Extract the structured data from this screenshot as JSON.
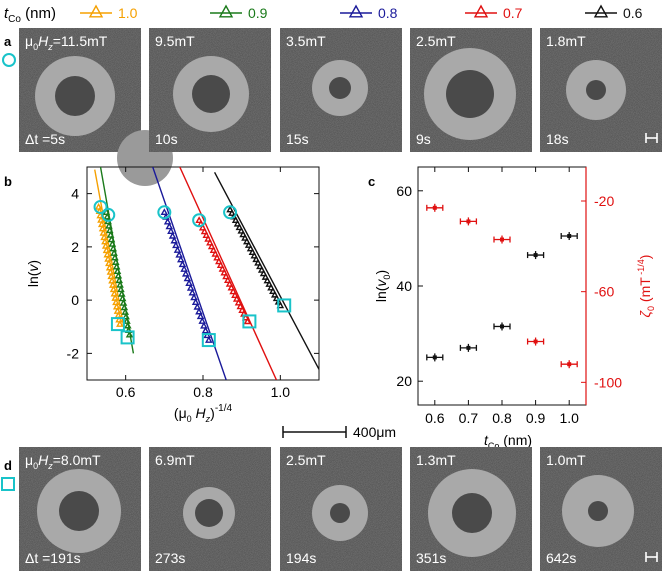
{
  "legend": {
    "title": "t",
    "title_sub": "Co",
    "title_unit": " (nm)",
    "items": [
      {
        "label": "1.0",
        "color": "#f5a000"
      },
      {
        "label": "0.9",
        "color": "#1a7a1a"
      },
      {
        "label": "0.8",
        "color": "#1a1a9a"
      },
      {
        "label": "0.7",
        "color": "#e01010"
      },
      {
        "label": "0.6",
        "color": "#111111"
      }
    ]
  },
  "panel_a": {
    "letter": "a",
    "first_field_prefix": "μ",
    "first_field_sub": "0",
    "first_field_h": "H",
    "first_field_hsub": "z",
    "first_field_value": "=11.5mT",
    "first_time_prefix": "Δt =5s",
    "images": [
      {
        "field": "11.5mT",
        "time": "5s"
      },
      {
        "field": "9.5mT",
        "time": "10s"
      },
      {
        "field": "3.5mT",
        "time": "15s"
      },
      {
        "field": "2.5mT",
        "time": "9s"
      },
      {
        "field": "1.8mT",
        "time": "18s"
      }
    ]
  },
  "panel_d": {
    "letter": "d",
    "first_field_value": "=8.0mT",
    "first_time_prefix": "Δt =191s",
    "images": [
      {
        "field": "8.0mT",
        "time": "191s"
      },
      {
        "field": "6.9mT",
        "time": "273s"
      },
      {
        "field": "2.5mT",
        "time": "194s"
      },
      {
        "field": "1.3mT",
        "time": "351s"
      },
      {
        "field": "1.0mT",
        "time": "642s"
      }
    ]
  },
  "scale_bar": "400μm",
  "colors": {
    "cyan": "#19c3c9",
    "red_axis": "#e01010"
  },
  "chart_data": [
    {
      "panel": "b",
      "type": "line",
      "xlabel": "(μ0 Hz)^-1/4",
      "ylabel": "ln(v)",
      "xlim": [
        0.5,
        1.1
      ],
      "ylim": [
        -3,
        5
      ],
      "xticks": [
        0.6,
        0.8,
        1.0
      ],
      "xtick_labels": [
        "0.6",
        "0.8",
        "1.0"
      ],
      "yticks": [
        -2,
        0,
        2,
        4
      ],
      "ytick_labels": [
        "-2",
        "0",
        "2",
        "4"
      ],
      "series": [
        {
          "name": "1.0",
          "color": "#f5a000",
          "x_start": 0.53,
          "y_start": 3.5,
          "x_end": 0.585,
          "y_end": -0.9,
          "line_x": [
            0.52,
            0.595
          ],
          "line_y": [
            4.9,
            -1.0
          ]
        },
        {
          "name": "0.9",
          "color": "#1a7a1a",
          "x_start": 0.55,
          "y_start": 3.3,
          "x_end": 0.61,
          "y_end": -1.3,
          "line_x": [
            0.535,
            0.62
          ],
          "line_y": [
            5.0,
            -2.0
          ]
        },
        {
          "name": "0.8",
          "color": "#1a1a9a",
          "x_start": 0.7,
          "y_start": 3.3,
          "x_end": 0.815,
          "y_end": -1.5,
          "line_x": [
            0.67,
            0.86
          ],
          "line_y": [
            5.0,
            -3.0
          ]
        },
        {
          "name": "0.7",
          "color": "#e01010",
          "x_start": 0.79,
          "y_start": 3.0,
          "x_end": 0.915,
          "y_end": -0.8,
          "line_x": [
            0.74,
            0.99
          ],
          "line_y": [
            5.0,
            -3.0
          ]
        },
        {
          "name": "0.6",
          "color": "#111111",
          "x_start": 0.87,
          "y_start": 3.4,
          "x_end": 1.0,
          "y_end": -0.2,
          "line_x": [
            0.83,
            1.1
          ],
          "line_y": [
            4.8,
            -2.6
          ]
        }
      ],
      "circle_markers": [
        [
          0.535,
          3.5
        ],
        [
          0.555,
          3.2
        ],
        [
          0.7,
          3.3
        ],
        [
          0.79,
          3.0
        ],
        [
          0.87,
          3.3
        ]
      ],
      "square_markers": [
        [
          0.58,
          -0.9
        ],
        [
          0.605,
          -1.4
        ],
        [
          0.815,
          -1.5
        ],
        [
          0.92,
          -0.8
        ],
        [
          1.01,
          -0.2
        ]
      ]
    },
    {
      "panel": "c",
      "type": "scatter",
      "xlabel": "tCo (nm)",
      "xlabel_main": "t",
      "xlabel_sub": "Co",
      "xlabel_unit": " (nm)",
      "ylabel": "ln(v0)",
      "ylabel_main": "ln(v",
      "ylabel_sub": "0",
      "ylabel_end": ")",
      "ylabel_right": "ζ0 (mT^-1/4)",
      "ylabel_right_main": "ζ",
      "ylabel_right_sub": "0",
      "ylabel_right_unit": " (mT",
      "ylabel_right_exp": " -1/4",
      "ylabel_right_end": ")",
      "x": [
        0.6,
        0.7,
        0.8,
        0.9,
        1.0
      ],
      "xlim": [
        0.55,
        1.05
      ],
      "ylim_left": [
        15,
        65
      ],
      "ylim_right": [
        -110,
        -5
      ],
      "xticks": [
        0.6,
        0.7,
        0.8,
        0.9,
        1.0
      ],
      "xtick_labels": [
        "0.6",
        "0.7",
        "0.8",
        "0.9",
        "1.0"
      ],
      "yticks_left": [
        20,
        40,
        60
      ],
      "ytick_labels_left": [
        "20",
        "40",
        "60"
      ],
      "yticks_right": [
        -20,
        -60,
        -100
      ],
      "ytick_labels_right": [
        "-20",
        "-60",
        "-100"
      ],
      "series": [
        {
          "name": "ln(v0)",
          "color": "#111111",
          "values": [
            25,
            27,
            31.5,
            46.5,
            50.5
          ]
        },
        {
          "name": "ζ0",
          "color": "#e01010",
          "values": [
            -23,
            -29,
            -37,
            -82,
            -92
          ],
          "axis": "right"
        }
      ]
    }
  ]
}
